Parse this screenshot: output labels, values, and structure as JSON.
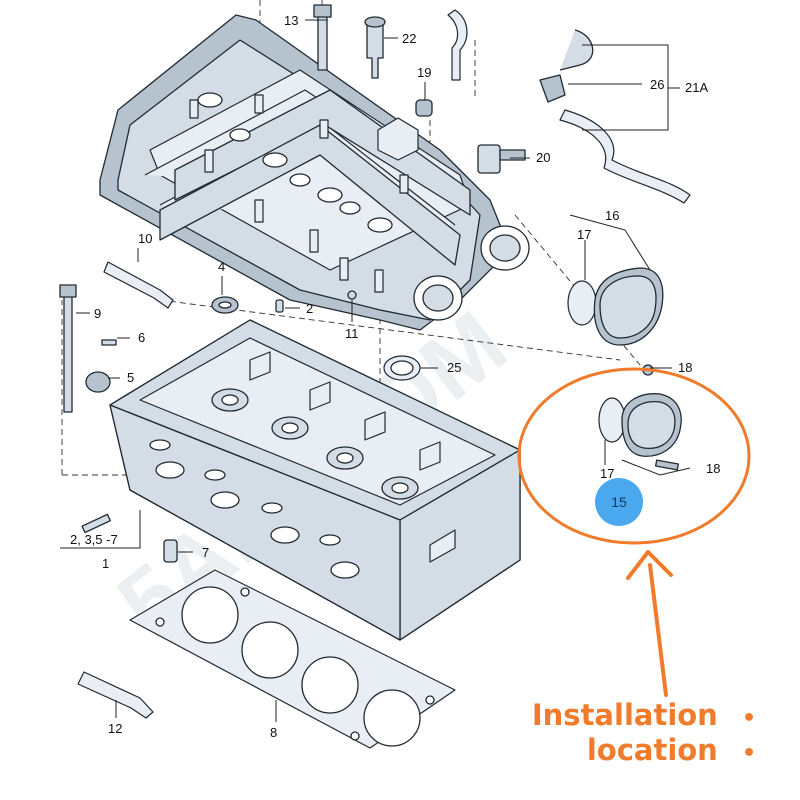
{
  "diagram": {
    "part_labels": [
      "13",
      "22",
      "19",
      "26",
      "21A",
      "20",
      "16",
      "17",
      "10",
      "4",
      "9",
      "2",
      "6",
      "11",
      "5",
      "25",
      "18",
      "17",
      "18",
      "15",
      "2, 3,5 -7",
      "1",
      "7",
      "12",
      "8"
    ],
    "watermark": "5A... .COM",
    "highlight_color": "#f07b2b",
    "marker_color": "#4aa8ee"
  },
  "callout": {
    "line1": "Installation",
    "line2": "location",
    "bullet": "•",
    "arrow_direction": "up"
  }
}
